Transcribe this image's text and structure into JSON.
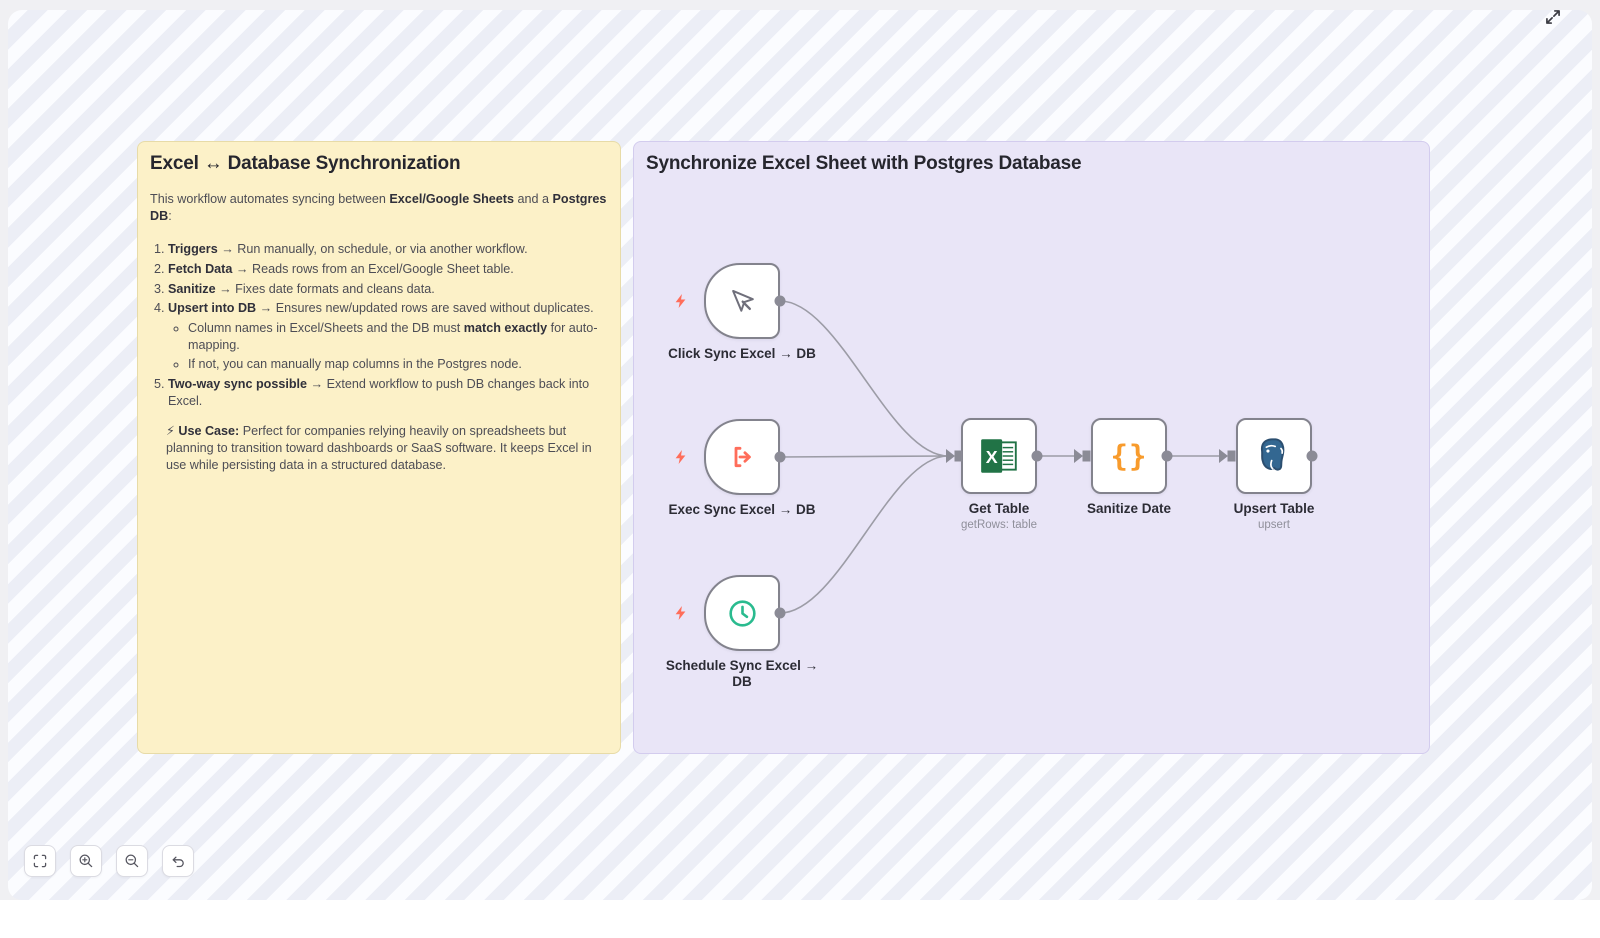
{
  "page": {
    "colors": {
      "accent_coral": "#FF6D5A",
      "note_yellow_bg": "#FCF1C8",
      "note_purple_bg": "#E9E5F7",
      "canvas_stripe": "#ECEEF6",
      "node_border": "#83838D",
      "edge_gray": "#9C9CA6",
      "excel_green": "#217346",
      "postgres_blue": "#336791",
      "braces_orange": "#F89B2C",
      "clock_green": "#2ABB8F"
    }
  },
  "notes": {
    "yellow": {
      "title": "Excel ↔ Database Synchronization",
      "intro": [
        [
          "This workflow automates syncing between ",
          0
        ],
        [
          "Excel/Google Sheets",
          1
        ],
        [
          " and a ",
          0
        ],
        [
          "Postgres DB",
          1
        ],
        [
          ":",
          0
        ]
      ],
      "items": [
        {
          "segments": [
            [
              "Triggers",
              1
            ],
            [
              " → Run manually, on schedule, or via another workflow.",
              0
            ]
          ]
        },
        {
          "segments": [
            [
              "Fetch Data",
              1
            ],
            [
              " → Reads rows from an Excel/Google Sheet table.",
              0
            ]
          ]
        },
        {
          "segments": [
            [
              "Sanitize",
              1
            ],
            [
              " → Fixes date formats and cleans data.",
              0
            ]
          ]
        },
        {
          "segments": [
            [
              "Upsert into DB",
              1
            ],
            [
              " → Ensures new/updated rows are saved without duplicates.",
              0
            ]
          ],
          "sub": [
            [
              [
                "Column names in Excel/Sheets and the DB must ",
                0
              ],
              [
                "match exactly",
                1
              ],
              [
                " for auto-mapping.",
                0
              ]
            ],
            [
              [
                "If not, you can manually map columns in the Postgres node.",
                0
              ]
            ]
          ]
        },
        {
          "segments": [
            [
              "Two-way sync possible",
              1
            ],
            [
              " → Extend workflow to push DB changes back into Excel.",
              0
            ]
          ]
        }
      ],
      "use_case": [
        [
          "⚡ ",
          0
        ],
        [
          "Use Case:",
          1
        ],
        [
          " Perfect for companies relying heavily on spreadsheets but planning to transition toward dashboards or SaaS software. It keeps Excel in use while persisting data in a structured database.",
          0
        ]
      ]
    },
    "purple": {
      "title": "Synchronize Excel Sheet with Postgres Database"
    }
  },
  "workflow": {
    "nodes": [
      {
        "label": "Click Sync Excel → DB",
        "subtitle": "",
        "kind": "manual-trigger"
      },
      {
        "label": "Exec Sync Excel → DB",
        "subtitle": "",
        "kind": "execute-workflow-trigger"
      },
      {
        "label": "Schedule Sync Excel → DB",
        "subtitle": "",
        "kind": "schedule-trigger"
      },
      {
        "label": "Get Table",
        "subtitle": "getRows: table",
        "kind": "excel"
      },
      {
        "label": "Sanitize Date",
        "subtitle": "",
        "kind": "set-fields"
      },
      {
        "label": "Upsert Table",
        "subtitle": "upsert",
        "kind": "postgres"
      }
    ]
  },
  "toolbar": {
    "buttons": [
      {
        "name": "fit-view"
      },
      {
        "name": "zoom-in"
      },
      {
        "name": "zoom-out"
      },
      {
        "name": "reset-zoom"
      }
    ]
  }
}
